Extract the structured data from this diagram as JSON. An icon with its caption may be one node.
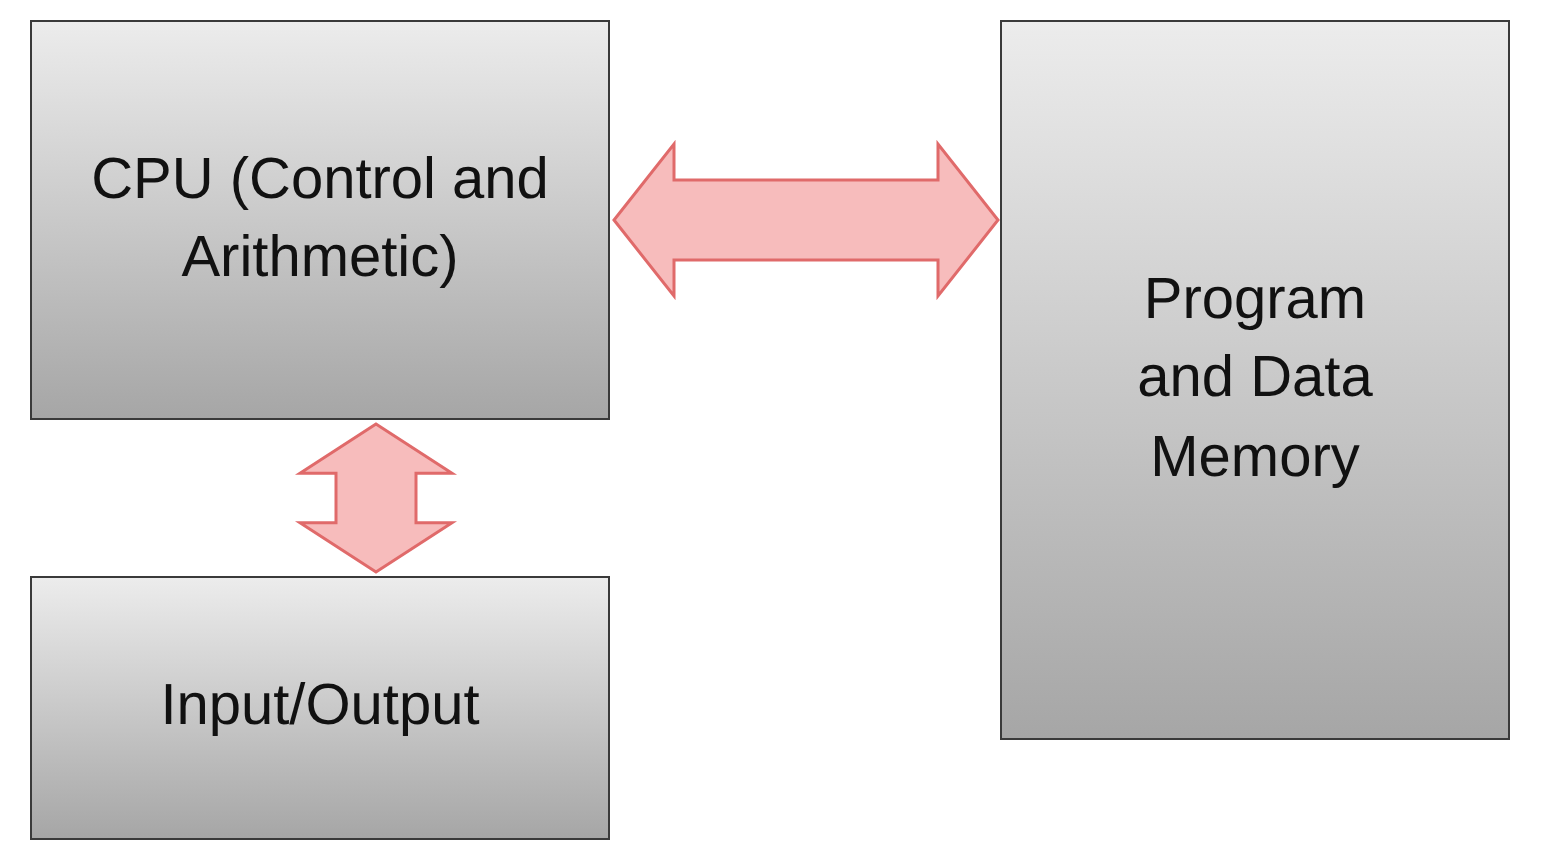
{
  "diagram": {
    "nodes": [
      {
        "text": [
          "CPU (Control and Arithmetic)"
        ]
      },
      {
        "text": [
          "Program and Data Memory"
        ]
      },
      {
        "text": [
          "Input/Output"
        ]
      }
    ],
    "edges": [
      {
        "from": 0,
        "to": 1,
        "arrow": "both"
      },
      {
        "from": 0,
        "to": 2,
        "arrow": "both"
      }
    ]
  }
}
